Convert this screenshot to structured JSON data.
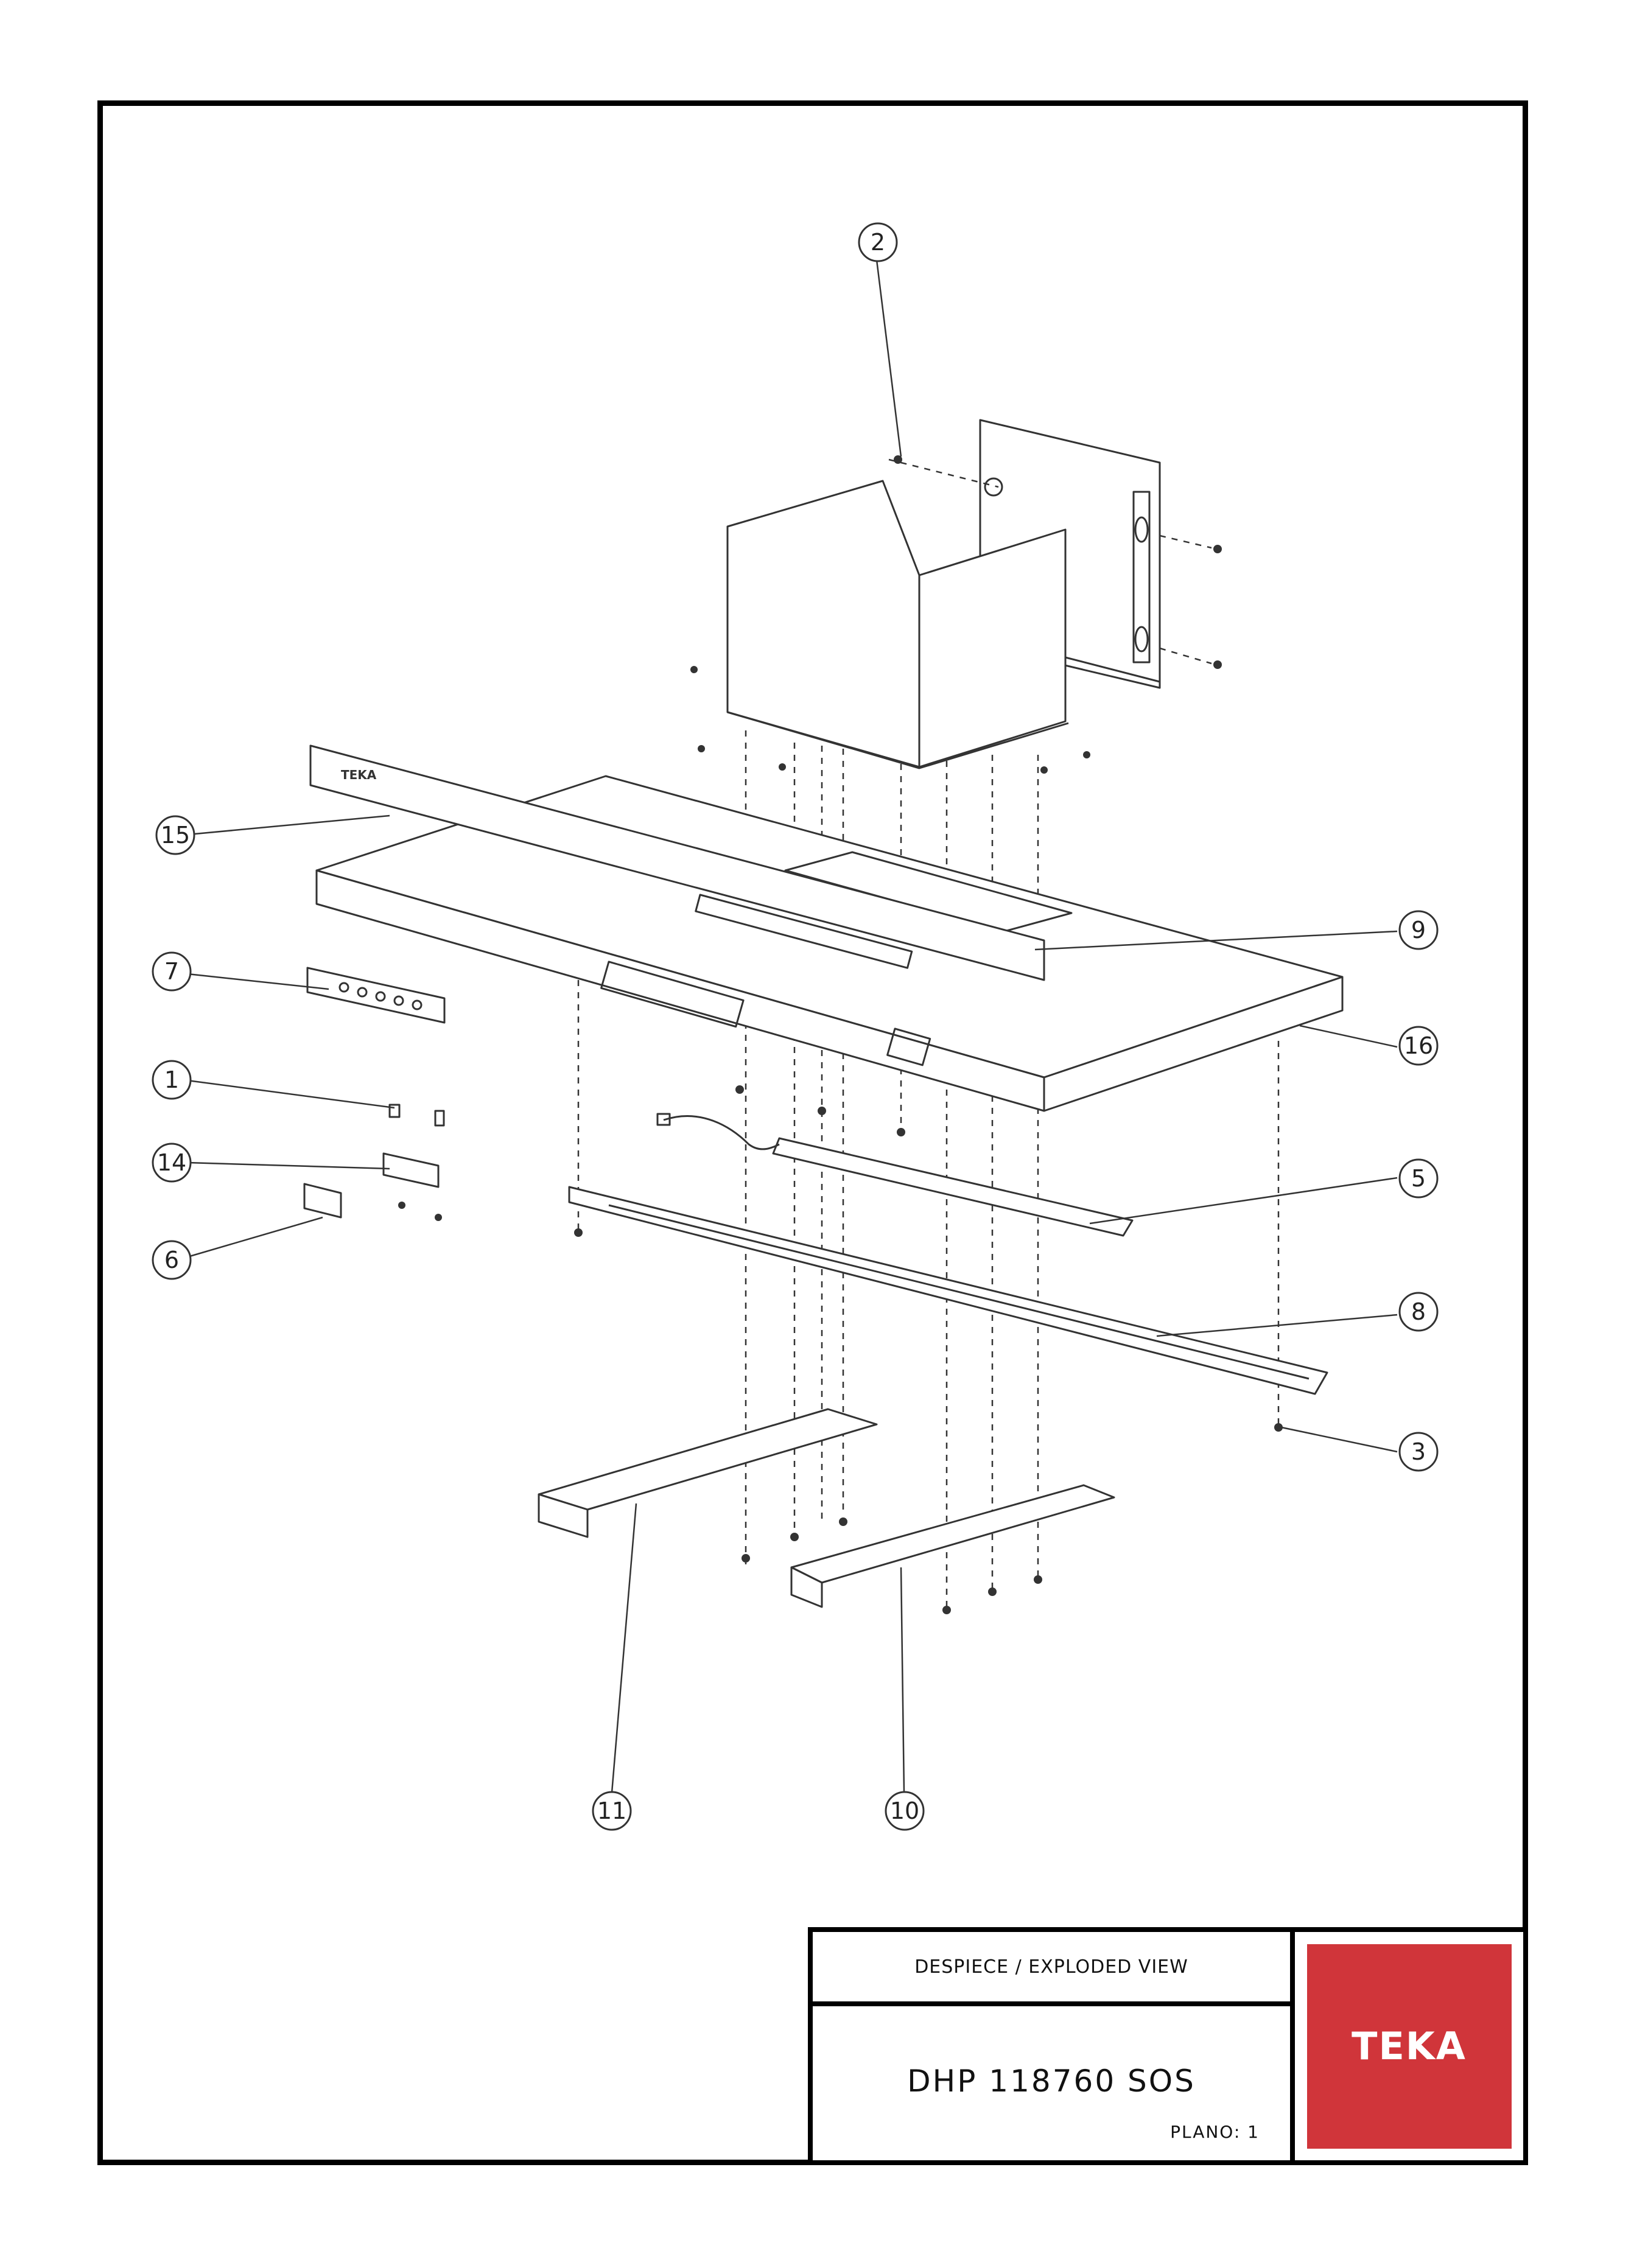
{
  "callouts": [
    {
      "id": "1",
      "label": "1"
    },
    {
      "id": "2",
      "label": "2"
    },
    {
      "id": "3",
      "label": "3"
    },
    {
      "id": "5",
      "label": "5"
    },
    {
      "id": "6",
      "label": "6"
    },
    {
      "id": "7",
      "label": "7"
    },
    {
      "id": "8",
      "label": "8"
    },
    {
      "id": "9",
      "label": "9"
    },
    {
      "id": "10",
      "label": "10"
    },
    {
      "id": "11",
      "label": "11"
    },
    {
      "id": "14",
      "label": "14"
    },
    {
      "id": "15",
      "label": "15"
    },
    {
      "id": "16",
      "label": "16"
    }
  ],
  "parts": {
    "hood_logo": "TEKA"
  },
  "title_block": {
    "description": "DESPIECE / EXPLODED VIEW",
    "model": "DHP 118760 SOS",
    "plano": "PLANO: 1",
    "logo": "TEKA",
    "logo_color": "#d0353a"
  }
}
